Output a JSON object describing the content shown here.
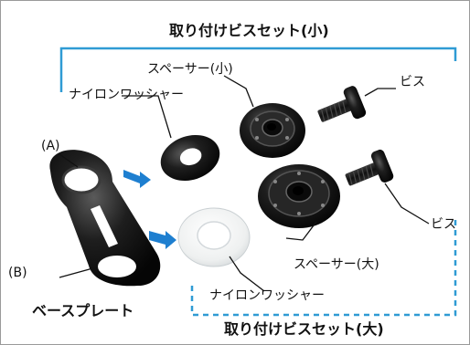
{
  "title_small_set": "取り付けビスセット(小)",
  "title_large_set": "取り付けビスセット(大)",
  "labels": {
    "spacer_small": "スペーサー(小)",
    "screw_top": "ビス",
    "washer_top": "ナイロンワッシャー",
    "point_a": "(A)",
    "point_b": "(B)",
    "screw_bottom": "ビス",
    "spacer_large": "スペーサー(大)",
    "washer_bottom": "ナイロンワッシャー",
    "base_plate": "ベースプレート"
  },
  "colors": {
    "bracket_line": "#2f9bd4",
    "arrow": "#1e7fd0",
    "leader": "#111111",
    "part_black": "#161616"
  },
  "icons": {
    "arrow": "arrow-right-icon"
  }
}
